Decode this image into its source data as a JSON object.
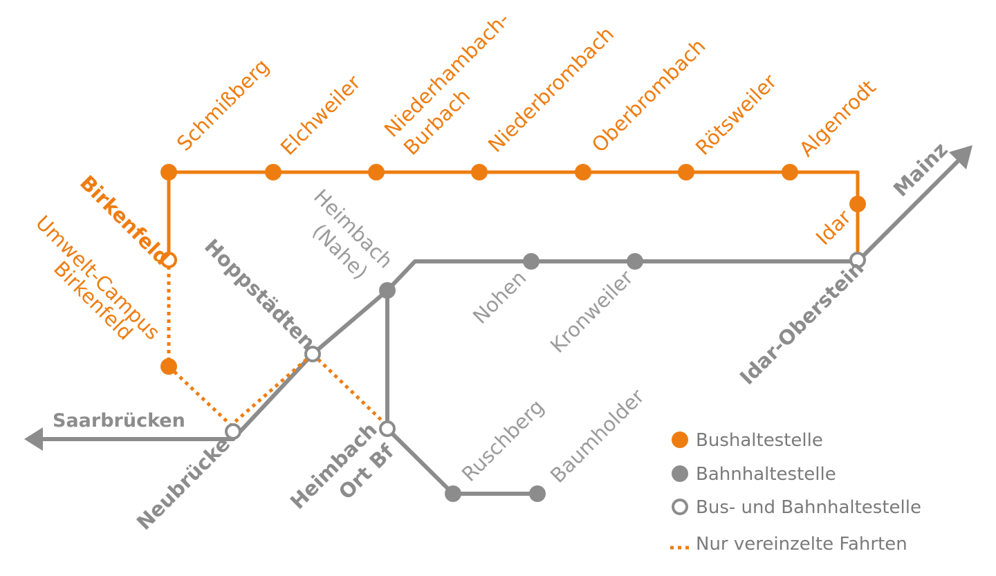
{
  "colors": {
    "bus": "#ee7d11",
    "rail": "#8c8c8c",
    "label_gray": "#9b9b9b",
    "background": "#ffffff"
  },
  "stations": {
    "schmissberg": "Schmißberg",
    "elchweiler": "Elchweiler",
    "niederhambach_1": "Niederhambach-",
    "niederhambach_2": "Burbach",
    "niederbrombach": "Niederbrombach",
    "oberbrombach": "Oberbrombach",
    "roetsweiler": "Rötsweiler",
    "algenrodt": "Algenrodt",
    "idar": "Idar",
    "birkenfeld": "Birkenfeld",
    "umwelt_1": "Umwelt-Campus",
    "umwelt_2": "Birkenfeld",
    "hoppstaedten": "Hoppstädten",
    "heimbach_nahe_1": "Heimbach",
    "heimbach_nahe_2": "(Nahe)",
    "nohen": "Nohen",
    "kronweiler": "Kronweiler",
    "idar_oberstein": "Idar-Oberstein",
    "mainz": "Mainz",
    "saarbruecken": "Saarbrücken",
    "neubruecke": "Neubrücke",
    "heimbach_ort_1": "Heimbach",
    "heimbach_ort_2": "Ort Bf",
    "ruschberg": "Ruschberg",
    "baumholder": "Baumholder"
  },
  "legend": {
    "bus_stop": "Bushaltestelle",
    "rail_stop": "Bahnhaltestelle",
    "bus_rail_stop": "Bus- und Bahnhaltestelle",
    "occasional": "Nur vereinzelte Fahrten"
  }
}
